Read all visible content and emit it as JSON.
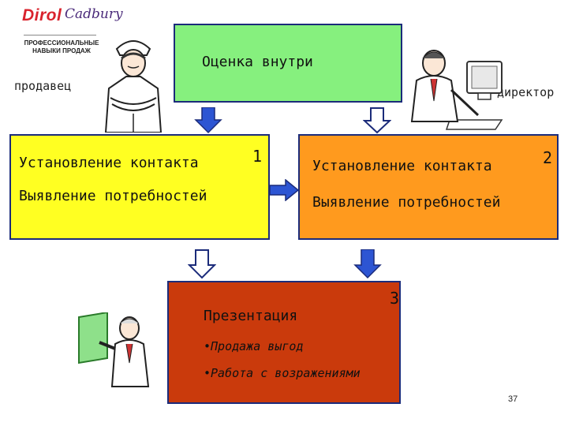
{
  "logo": {
    "brand1": "Dirol",
    "brand2": "Cadbury",
    "tagline_line1": "ПРОФЕССИОНАЛЬНЫЕ",
    "tagline_line2": "НАВЫКИ ПРОДАЖ"
  },
  "roles": {
    "seller": "продавец",
    "director": "директор"
  },
  "boxes": {
    "top": {
      "title": "Оценка внутри",
      "color": "#86f07e"
    },
    "left": {
      "line1": "Установление контакта",
      "line2": "Выявление потребностей",
      "number": "1",
      "color": "#ffff22"
    },
    "right": {
      "line1": "Установление контакта",
      "line2": "Выявление потребностей",
      "number": "2",
      "color": "#ff9a1e"
    },
    "bottom": {
      "title": "Презентация",
      "number": "3",
      "bullets": [
        "•Продажа выгод",
        "•Работа с возражениями"
      ],
      "color": "#ca3a0c"
    }
  },
  "arrow_color": "#2d55d3",
  "page_number": "37"
}
